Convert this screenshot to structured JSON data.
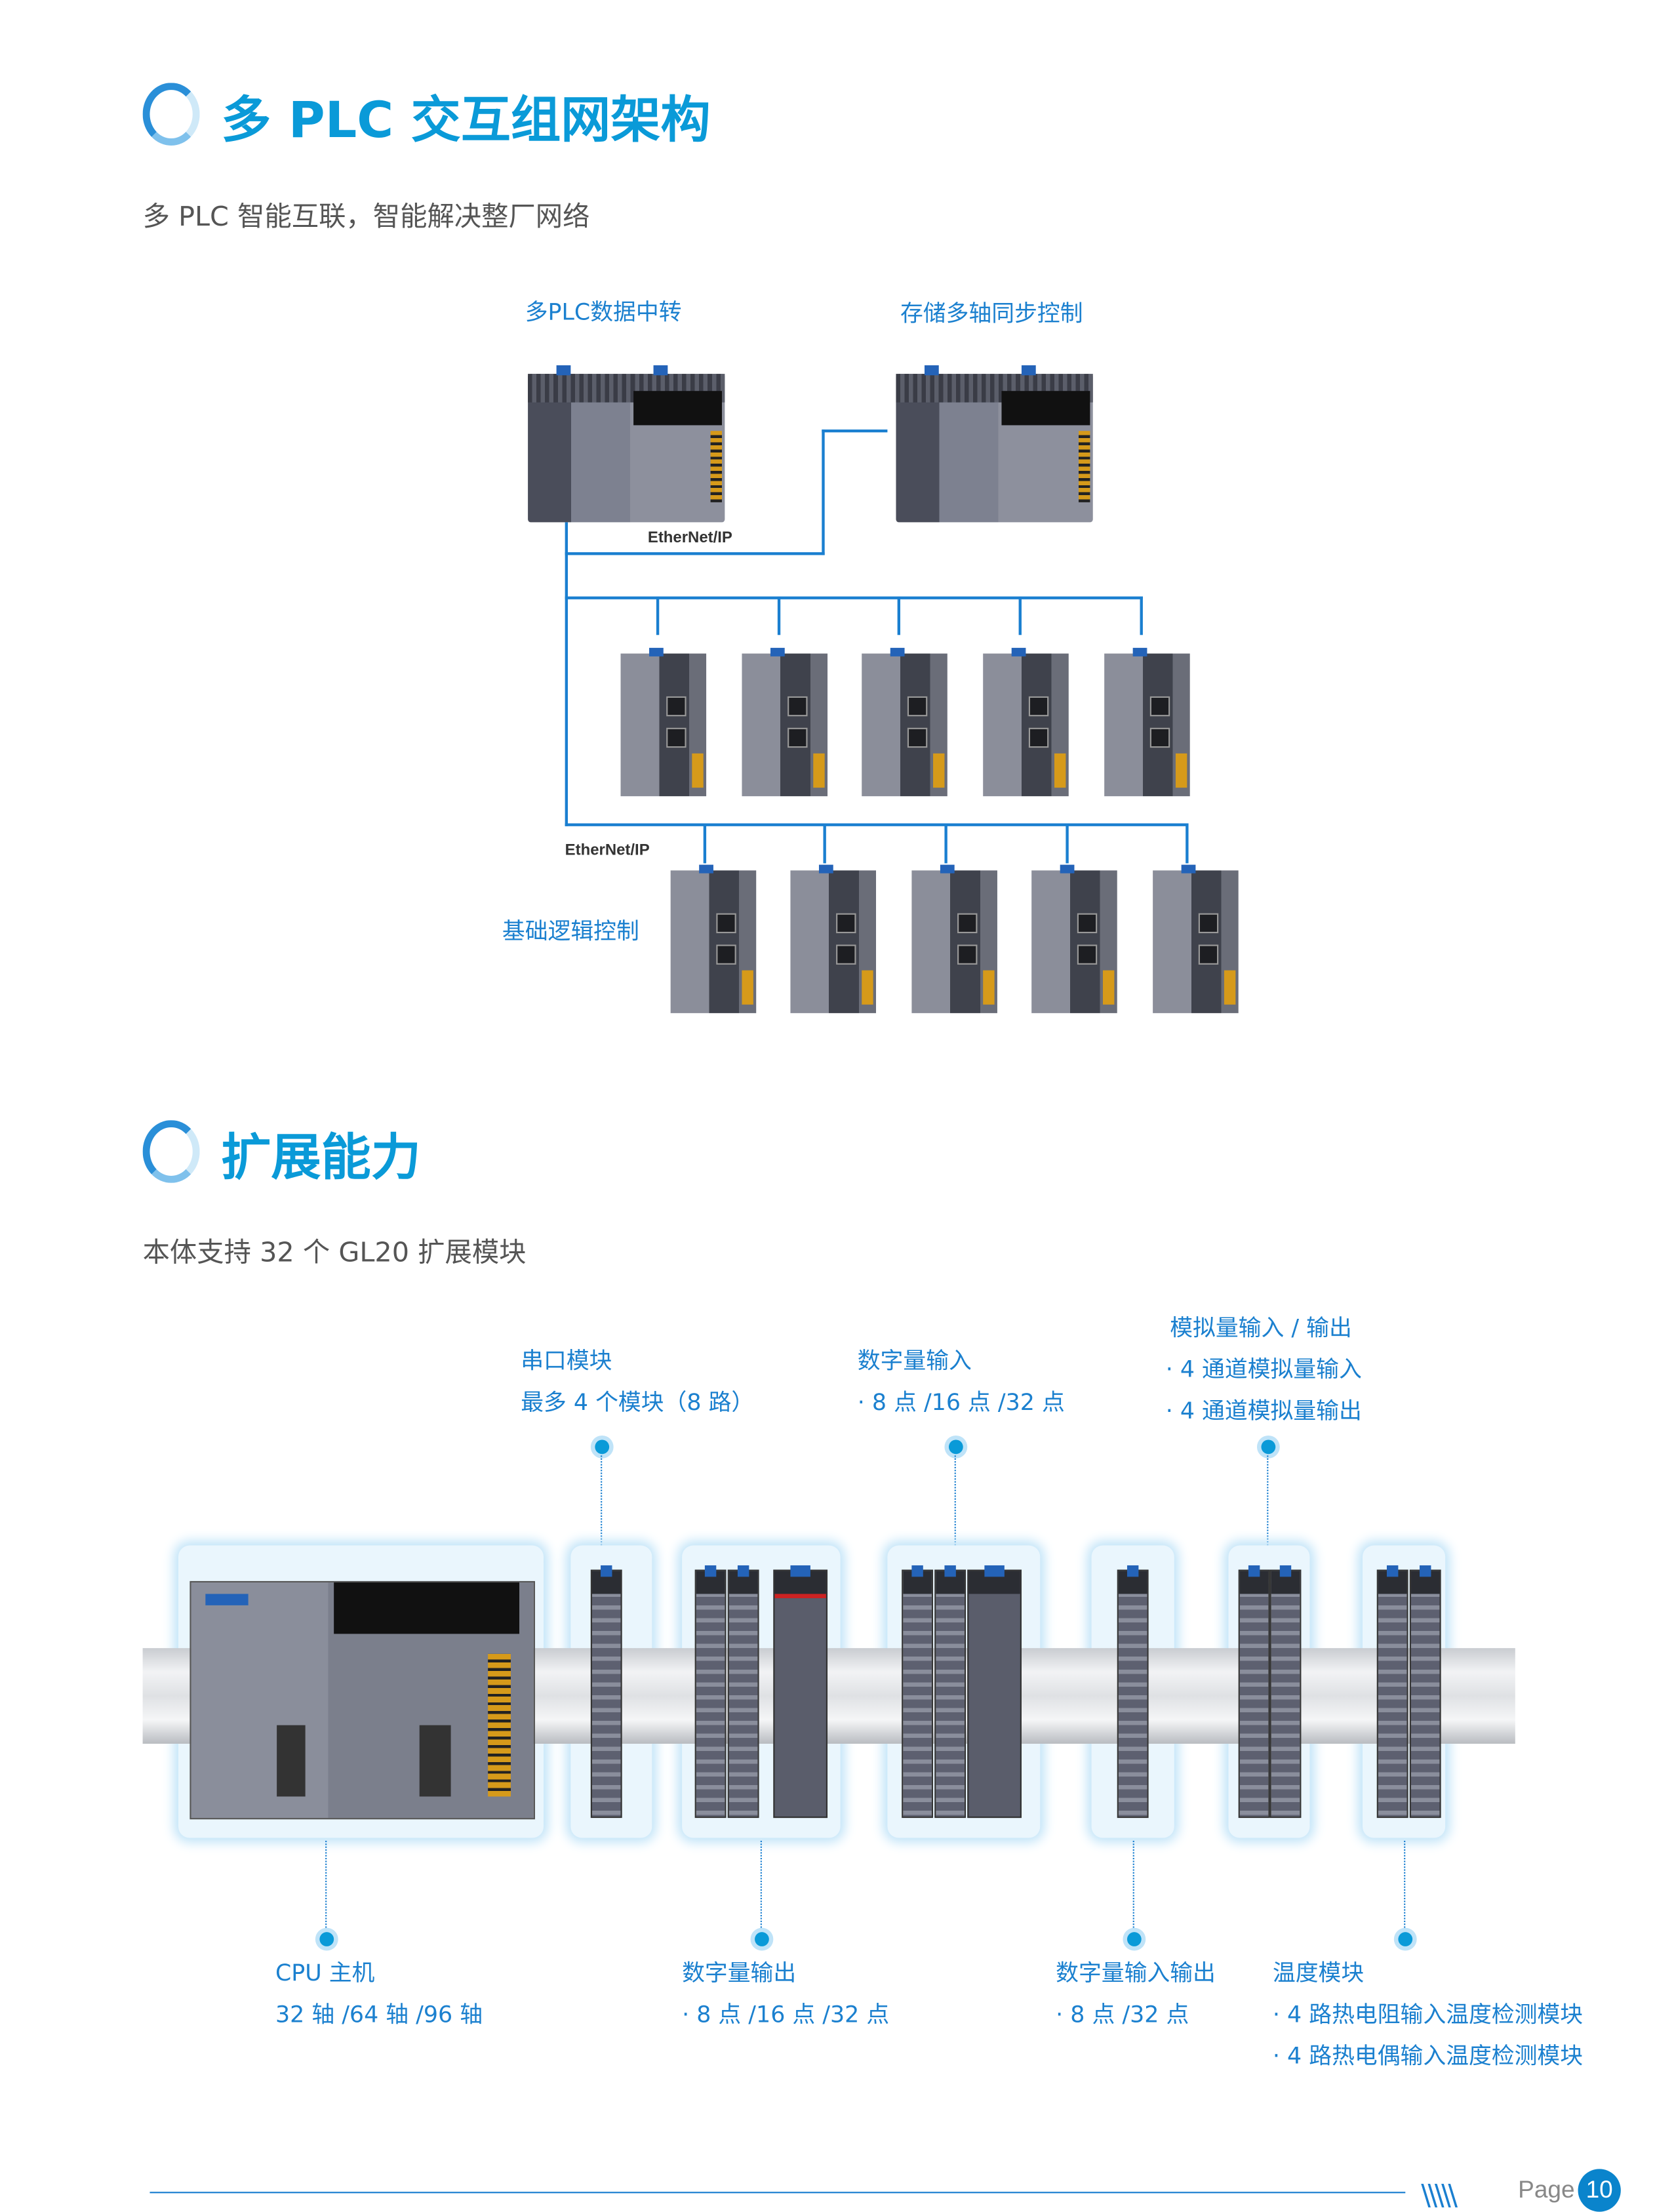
{
  "section1": {
    "title": "多 PLC 交互组网架构",
    "subtitle": "多 PLC 智能互联，智能解决整厂网络",
    "label_transfer": "多PLC数据中转",
    "label_sync": "存储多轴同步控制",
    "label_basic": "基础逻辑控制",
    "network_label_1": "EtherNet/IP",
    "network_label_2": "EtherNet/IP"
  },
  "section2": {
    "title": "扩展能力",
    "subtitle": "本体支持 32 个 GL20 扩展模块",
    "top_labels": [
      {
        "title": "串口模块",
        "lines": [
          "最多 4 个模块（8 路）"
        ]
      },
      {
        "title": "数字量输入",
        "lines": [
          "· 8 点 /16 点 /32 点"
        ]
      },
      {
        "title": "模拟量输入 / 输出",
        "lines": [
          "· 4 通道模拟量输入",
          "· 4 通道模拟量输出"
        ]
      }
    ],
    "bottom_labels": [
      {
        "title": "CPU 主机",
        "lines": [
          "32 轴 /64 轴 /96 轴"
        ]
      },
      {
        "title": "数字量输出",
        "lines": [
          "· 8 点 /16 点 /32 点"
        ]
      },
      {
        "title": "数字量输入输出",
        "lines": [
          "· 8 点 /32 点"
        ]
      },
      {
        "title": "温度模块",
        "lines": [
          "· 4 路热电阻输入温度检测模块",
          "· 4 路热电偶输入温度检测模块"
        ]
      }
    ]
  },
  "footer": {
    "page_label": "Page",
    "page_number": "10"
  },
  "colors": {
    "accent": "#0a9ad8",
    "line": "#1a7fd0",
    "text": "#555555"
  }
}
